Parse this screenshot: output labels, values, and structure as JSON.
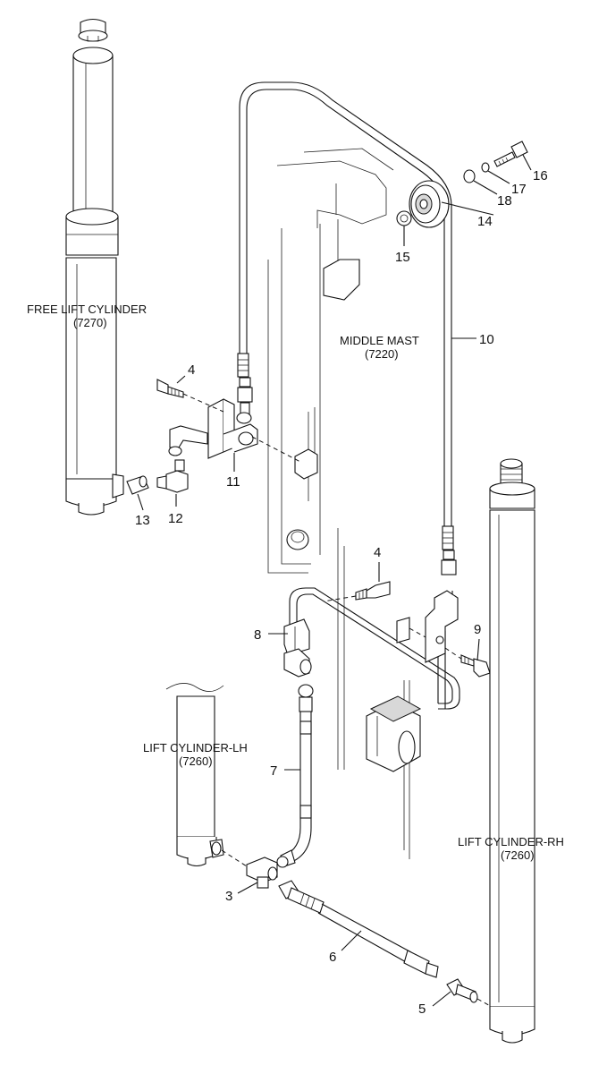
{
  "labels": {
    "free_lift_cylinder": "FREE LIFT CYLINDER",
    "free_lift_cylinder_code": "(7270)",
    "middle_mast": "MIDDLE MAST",
    "middle_mast_code": "(7220)",
    "lift_cylinder_lh": "LIFT CYLINDER-LH",
    "lift_cylinder_lh_code": "(7260)",
    "lift_cylinder_rh": "LIFT CYLINDER-RH",
    "lift_cylinder_rh_code": "(7260)"
  },
  "callouts": {
    "c3": "3",
    "c4a": "4",
    "c4b": "4",
    "c5": "5",
    "c6": "6",
    "c7": "7",
    "c8": "8",
    "c9": "9",
    "c10": "10",
    "c11": "11",
    "c12": "12",
    "c13": "13",
    "c14": "14",
    "c15": "15",
    "c16": "16",
    "c17": "17",
    "c18": "18"
  }
}
